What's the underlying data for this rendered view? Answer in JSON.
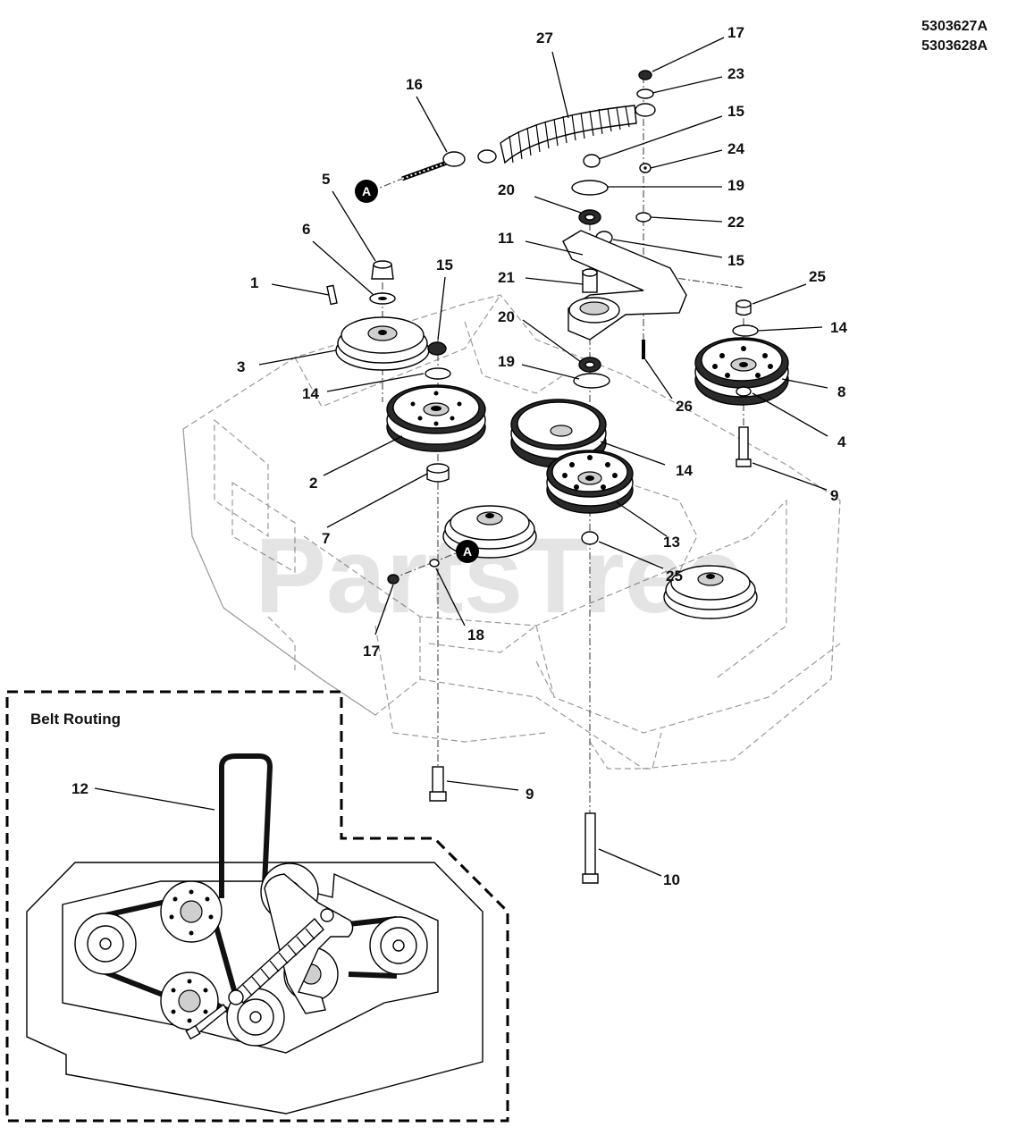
{
  "part_numbers": [
    "5303627A",
    "5303628A"
  ],
  "watermark": "PartsTree",
  "inset_title": "Belt Routing",
  "marker_letter": "A",
  "callouts": [
    {
      "id": "c27",
      "label": "27"
    },
    {
      "id": "c17a",
      "label": "17"
    },
    {
      "id": "c23",
      "label": "23"
    },
    {
      "id": "c15a",
      "label": "15"
    },
    {
      "id": "c16",
      "label": "16"
    },
    {
      "id": "c24",
      "label": "24"
    },
    {
      "id": "c20a",
      "label": "20"
    },
    {
      "id": "c19a",
      "label": "19"
    },
    {
      "id": "c22",
      "label": "22"
    },
    {
      "id": "c5",
      "label": "5"
    },
    {
      "id": "c11",
      "label": "11"
    },
    {
      "id": "c15b",
      "label": "15"
    },
    {
      "id": "c6",
      "label": "6"
    },
    {
      "id": "c15c",
      "label": "15"
    },
    {
      "id": "c21",
      "label": "21"
    },
    {
      "id": "c25a",
      "label": "25"
    },
    {
      "id": "c1",
      "label": "1"
    },
    {
      "id": "c14a",
      "label": "14"
    },
    {
      "id": "c20b",
      "label": "20"
    },
    {
      "id": "c3",
      "label": "3"
    },
    {
      "id": "c19b",
      "label": "19"
    },
    {
      "id": "c8",
      "label": "8"
    },
    {
      "id": "c14b",
      "label": "14"
    },
    {
      "id": "c26",
      "label": "26"
    },
    {
      "id": "c4",
      "label": "4"
    },
    {
      "id": "c14c",
      "label": "14"
    },
    {
      "id": "c2",
      "label": "2"
    },
    {
      "id": "c9a",
      "label": "9"
    },
    {
      "id": "c7",
      "label": "7"
    },
    {
      "id": "c13",
      "label": "13"
    },
    {
      "id": "c25b",
      "label": "25"
    },
    {
      "id": "c18",
      "label": "18"
    },
    {
      "id": "c17b",
      "label": "17"
    },
    {
      "id": "c12",
      "label": "12"
    },
    {
      "id": "c9b",
      "label": "9"
    },
    {
      "id": "c10",
      "label": "10"
    }
  ]
}
